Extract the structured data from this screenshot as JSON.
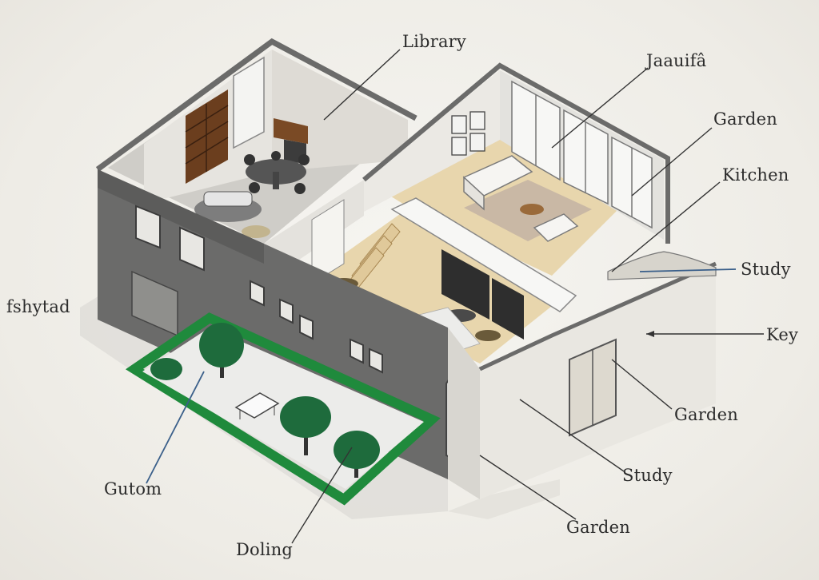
{
  "labels": {
    "library": "Library",
    "jaauifa": "Jaauifâ",
    "garden_top": "Garden",
    "kitchen": "Kitchen",
    "study_right": "Study",
    "key": "Key",
    "garden_mid": "Garden",
    "study_bottom": "Study",
    "garden_bottom": "Garden",
    "fshytad": "fshytad",
    "gutom": "Gutom",
    "doling": "Doling"
  },
  "colors": {
    "wall_dark": "#6b6b6a",
    "wall_light": "#e9e7e1",
    "floor_wood": "#e8d6ad",
    "floor_grey": "#cfcdc8",
    "hedge_green": "#1f8a3c",
    "tree_green": "#1e6b3c",
    "leader_line": "#333333",
    "leader_blue": "#3a5f8a"
  }
}
